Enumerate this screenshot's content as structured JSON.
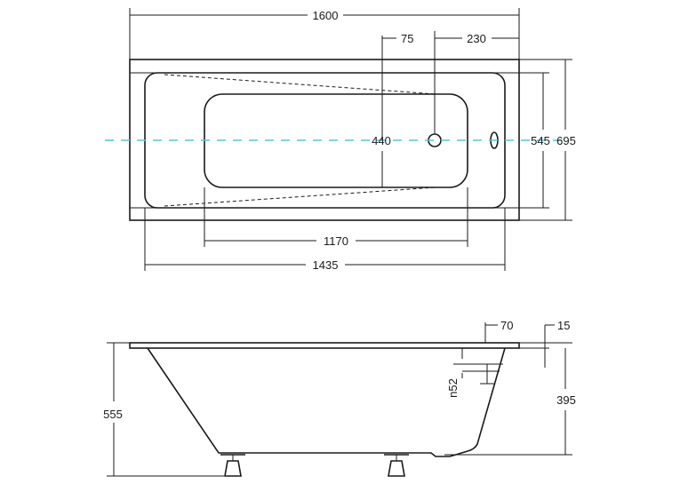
{
  "top_view": {
    "overall_length": "1600",
    "drain_offset": "75",
    "overflow_offset": "230",
    "basin_width": "440",
    "inner_width": "545",
    "overall_width": "695",
    "bottom_length": "1170",
    "inner_length": "1435"
  },
  "side_view": {
    "rim_width": "70",
    "rim_thickness": "15",
    "overall_height": "555",
    "inner_depth": "395",
    "drain_height": "n52"
  },
  "colors": {
    "line": "#1a1a1a",
    "center_axis": "#5bc0de"
  }
}
